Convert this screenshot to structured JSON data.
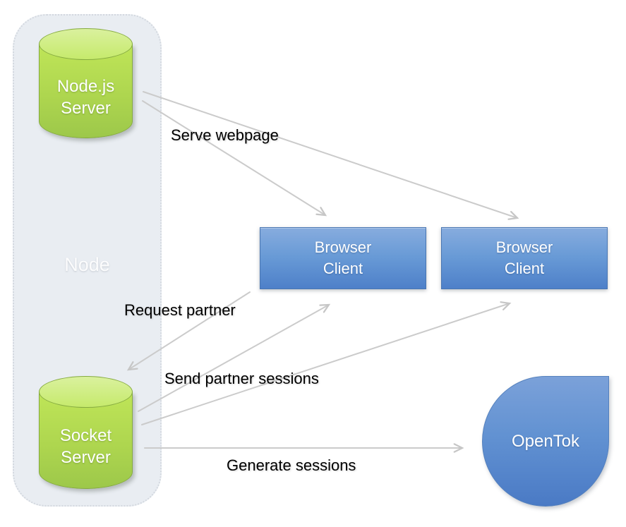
{
  "diagram": {
    "container": {
      "label": "Node"
    },
    "nodes": {
      "nodejs_server": {
        "type": "cylinder",
        "lines": [
          "Node.js",
          "Server"
        ]
      },
      "socket_server": {
        "type": "cylinder",
        "lines": [
          "Socket",
          "Server"
        ]
      },
      "browser_client_1": {
        "type": "rect",
        "lines": [
          "Browser",
          "Client"
        ]
      },
      "browser_client_2": {
        "type": "rect",
        "lines": [
          "Browser",
          "Client"
        ]
      },
      "opentok": {
        "type": "teardrop",
        "label": "OpenTok"
      }
    },
    "edge_labels": {
      "serve_webpage": "Serve webpage",
      "request_partner": "Request partner",
      "send_partner_sessions": "Send partner sessions",
      "generate_sessions": "Generate sessions"
    },
    "edges": [
      {
        "label": "Serve webpage",
        "from": "nodejs_server",
        "to": "browser_client_1"
      },
      {
        "label": "Serve webpage",
        "from": "nodejs_server",
        "to": "browser_client_2"
      },
      {
        "label": "Request partner",
        "from": "browser_client_1",
        "to": "socket_server"
      },
      {
        "label": "Send partner sessions",
        "from": "socket_server",
        "to": "browser_client_1"
      },
      {
        "label": "Send partner sessions",
        "from": "socket_server",
        "to": "browser_client_2"
      },
      {
        "label": "Generate sessions",
        "from": "socket_server",
        "to": "opentok"
      }
    ],
    "colors": {
      "server_green_fill": "#aed64f",
      "server_green_top": "#c6ea6c",
      "server_green_border": "#85aa40",
      "client_blue_top": "#87acde",
      "client_blue_bottom": "#4e80c9",
      "client_blue_border": "#4976b2",
      "container_fill": "#e9edf2",
      "container_border": "#d3d8df",
      "arrow_gray": "#cbcbcb",
      "edge_label_text": "#000000",
      "shape_text": "#ffffff"
    }
  }
}
